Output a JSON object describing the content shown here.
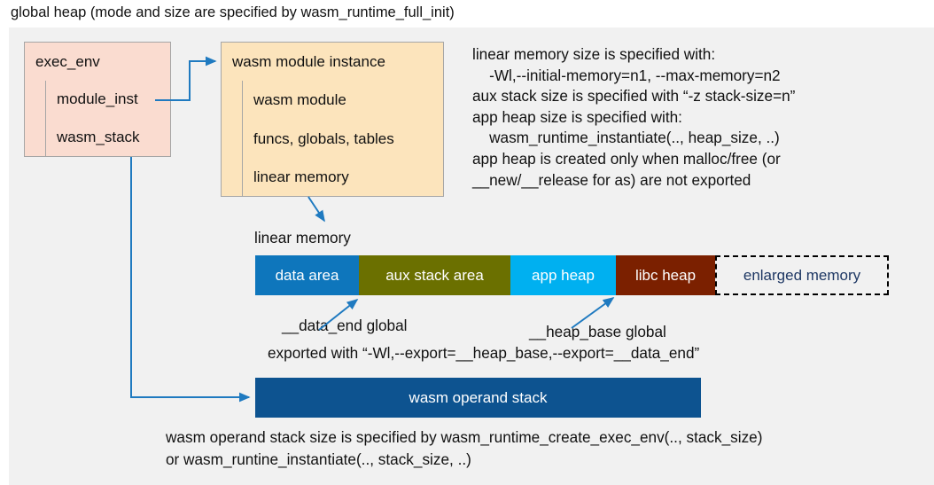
{
  "title": "global heap (mode and size are specified by wasm_runtime_full_init)",
  "colors": {
    "canvas_background": "#f1f1f1",
    "exec_env_fill": "#fadcd0",
    "module_instance_fill": "#fce4bc",
    "box_border": "#a6a6a6",
    "connector": "#1f7ac0",
    "data_area": "#0e76bc",
    "aux_stack_area": "#6b7000",
    "app_heap": "#00b0f0",
    "libc_heap": "#7b2000",
    "enlarged_memory_border": "#000000",
    "enlarged_memory_text": "#1f3864",
    "operand_stack": "#0d5390"
  },
  "exec_env": {
    "header": "exec_env",
    "rows": [
      {
        "label": "module_inst"
      },
      {
        "label": "wasm_stack"
      }
    ]
  },
  "module_instance": {
    "header": "wasm module instance",
    "rows": [
      {
        "label": "wasm module"
      },
      {
        "label": "funcs, globals, tables"
      },
      {
        "label": "linear memory"
      }
    ]
  },
  "notes_right": "linear memory size is specified with:\n    -Wl,--initial-memory=n1, --max-memory=n2\naux stack size is specified with “-z stack-size=n”\napp heap size is specified with:\n    wasm_runtime_instantiate(.., heap_size, ..)\napp heap is created only when malloc/free (or\n__new/__release for as) are not exported",
  "linear_memory": {
    "label": "linear memory",
    "segments": [
      {
        "name": "data area",
        "width": 117,
        "fill": "#0e76bc",
        "dashed": false
      },
      {
        "name": "aux stack area",
        "width": 171,
        "fill": "#6b7000",
        "dashed": false
      },
      {
        "name": "app heap",
        "width": 119,
        "fill": "#00b0f0",
        "dashed": false
      },
      {
        "name": "libc heap",
        "width": 112,
        "fill": "#7b2000",
        "dashed": false
      },
      {
        "name": "enlarged memory",
        "width": 196,
        "fill": "#f1f1f1",
        "dashed": true
      }
    ],
    "pointer_labels": {
      "data_end": "__data_end global",
      "heap_base": "__heap_base global",
      "exported_with": "exported with “-Wl,--export=__heap_base,--export=__data_end”"
    }
  },
  "operand_stack": {
    "label": "wasm operand stack",
    "notes": "wasm operand stack size is specified by wasm_runtime_create_exec_env(.., stack_size)\nor wasm_runtine_instantiate(.., stack_size, ..)"
  }
}
